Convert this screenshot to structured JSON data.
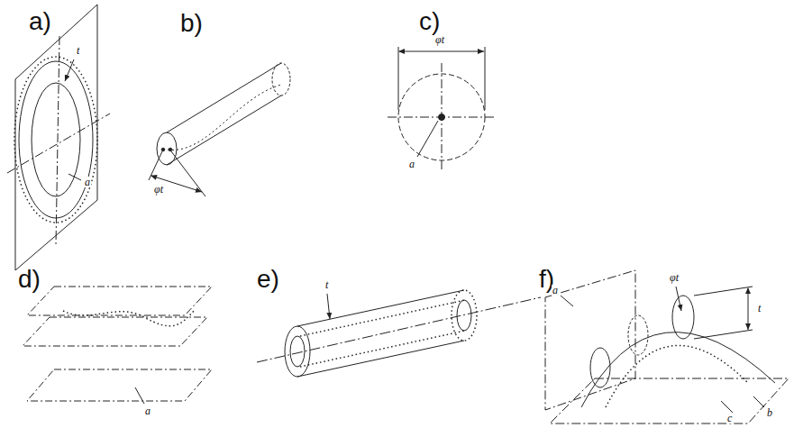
{
  "diagram": {
    "labels": [
      "a)",
      "t",
      "a",
      "b)",
      "φt",
      "c)",
      "φt",
      "a",
      "d)",
      "a",
      "e)",
      "t",
      "f)",
      "φt",
      "t",
      "a",
      "b",
      "c"
    ]
  }
}
